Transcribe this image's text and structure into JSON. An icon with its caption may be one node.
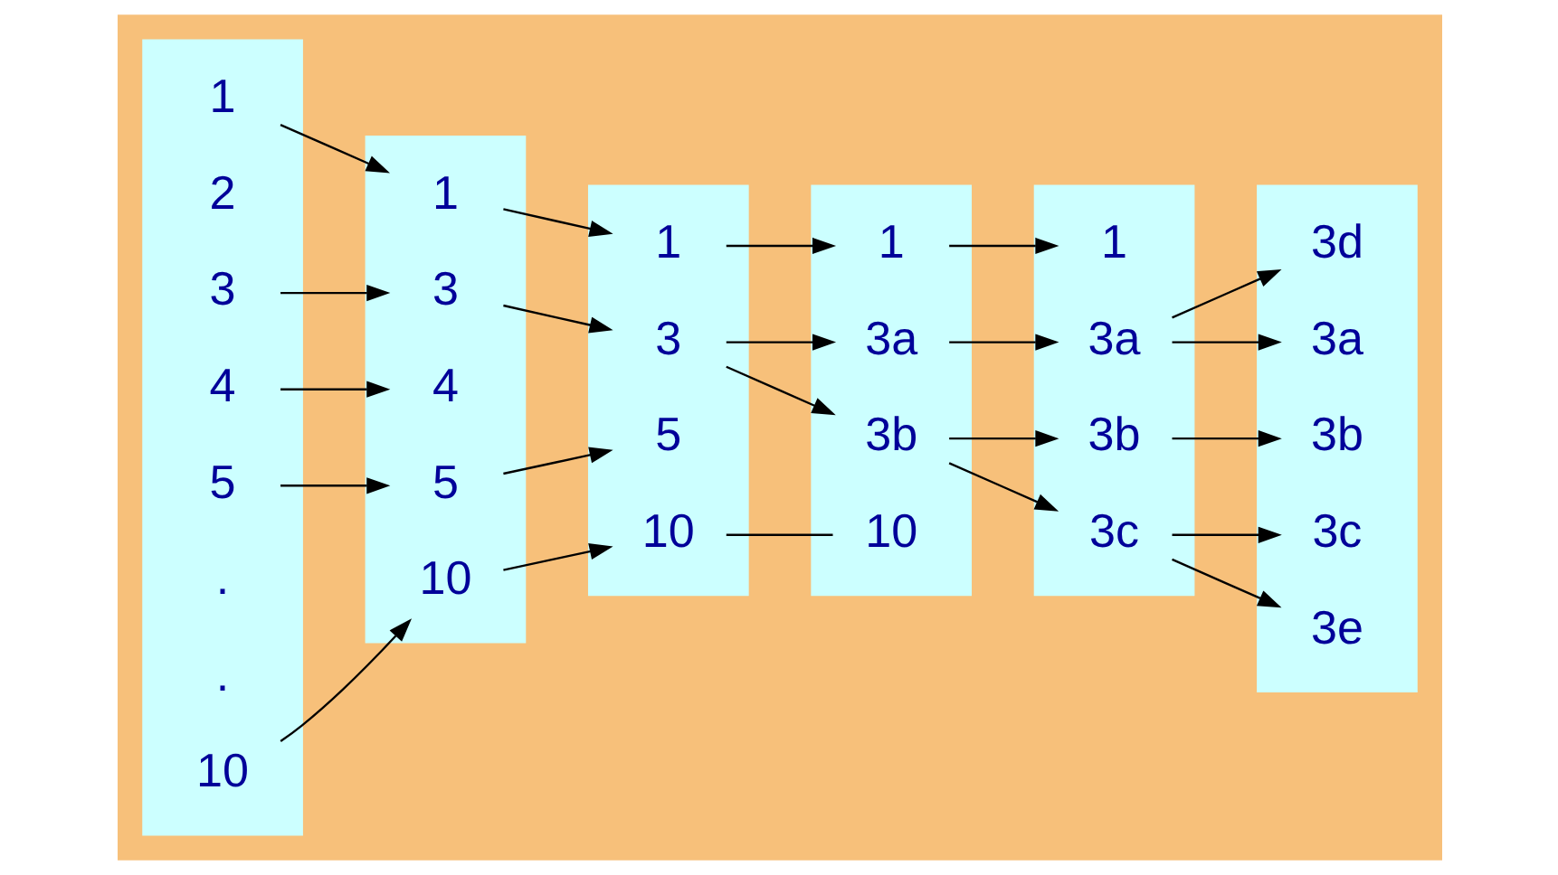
{
  "diagram": {
    "nodes": [
      {
        "text": [],
        "shape": "bar"
      },
      {
        "text": [
          "1"
        ],
        "in": 0
      },
      {
        "text": [
          "2"
        ],
        "in": 0
      },
      {
        "text": [
          "3"
        ],
        "in": 0
      },
      {
        "text": [
          "4"
        ],
        "in": 0
      },
      {
        "text": [
          "5"
        ],
        "in": 0
      },
      {
        "text": [
          "."
        ],
        "in": 0
      },
      {
        "text": [
          "."
        ],
        "in": 0
      },
      {
        "text": [
          "10"
        ],
        "in": 0
      },
      {
        "text": [],
        "shape": "bar"
      },
      {
        "text": [
          "1"
        ],
        "in": 9
      },
      {
        "text": [
          "3"
        ],
        "in": 9
      },
      {
        "text": [
          "4"
        ],
        "in": 9
      },
      {
        "text": [
          "5"
        ],
        "in": 9
      },
      {
        "text": [
          "10"
        ],
        "in": 9
      },
      {
        "text": [],
        "shape": "bar"
      },
      {
        "text": [
          "1"
        ],
        "in": 15
      },
      {
        "text": [
          "3"
        ],
        "in": 15
      },
      {
        "text": [
          "5"
        ],
        "in": 15
      },
      {
        "text": [
          "10"
        ],
        "in": 15
      },
      {
        "text": [],
        "shape": "bar"
      },
      {
        "text": [
          "1"
        ],
        "in": 20
      },
      {
        "text": [
          "3a"
        ],
        "in": 20
      },
      {
        "text": [
          "3b"
        ],
        "in": 20
      },
      {
        "text": [
          "10"
        ],
        "in": 20
      },
      {
        "text": [],
        "shape": "bar"
      },
      {
        "text": [
          "1"
        ],
        "in": 25
      },
      {
        "text": [
          "3a"
        ],
        "in": 25
      },
      {
        "text": [
          "3b"
        ],
        "in": 25
      },
      {
        "text": [
          "3c"
        ],
        "in": 25
      },
      {
        "text": [],
        "shape": "bar"
      },
      {
        "text": [
          "3d"
        ],
        "in": 30
      },
      {
        "text": [
          "3a"
        ],
        "in": 30
      },
      {
        "text": [
          "3b"
        ],
        "in": 30
      },
      {
        "text": [
          "3c"
        ],
        "in": 30
      },
      {
        "text": [
          "3e"
        ],
        "in": 30
      }
    ],
    "edges": [
      {
        "from": 1,
        "to": 10,
        "arrow": "to"
      },
      {
        "from": 3,
        "to": 11,
        "arrow": "to"
      },
      {
        "from": 4,
        "to": 12,
        "arrow": "to"
      },
      {
        "from": 5,
        "to": 13,
        "arrow": "to"
      },
      {
        "from": 8,
        "to": 14,
        "arrow": "to"
      },
      {
        "from": 10,
        "to": 16,
        "arrow": "to"
      },
      {
        "from": 11,
        "to": 17,
        "arrow": "to"
      },
      {
        "from": 13,
        "to": 18,
        "arrow": "to"
      },
      {
        "from": 14,
        "to": 19,
        "arrow": "to"
      },
      {
        "from": 16,
        "to": 21,
        "arrow": "to"
      },
      {
        "from": 17,
        "to": 22,
        "arrow": "to"
      },
      {
        "from": 17,
        "to": 23,
        "arrow": "to"
      },
      {
        "from": 19,
        "to": 24,
        "arrow": "none"
      },
      {
        "from": 21,
        "to": 26,
        "arrow": "to"
      },
      {
        "from": 22,
        "to": 27,
        "arrow": "to"
      },
      {
        "from": 23,
        "to": 28,
        "arrow": "to"
      },
      {
        "from": 23,
        "to": 29,
        "arrow": "to"
      },
      {
        "from": 27,
        "to": 31,
        "arrow": "to"
      },
      {
        "from": 27,
        "to": 32,
        "arrow": "to"
      },
      {
        "from": 28,
        "to": 33,
        "arrow": "to"
      },
      {
        "from": 29,
        "to": 34,
        "arrow": "to"
      },
      {
        "from": 29,
        "to": 35,
        "arrow": "to"
      }
    ]
  }
}
